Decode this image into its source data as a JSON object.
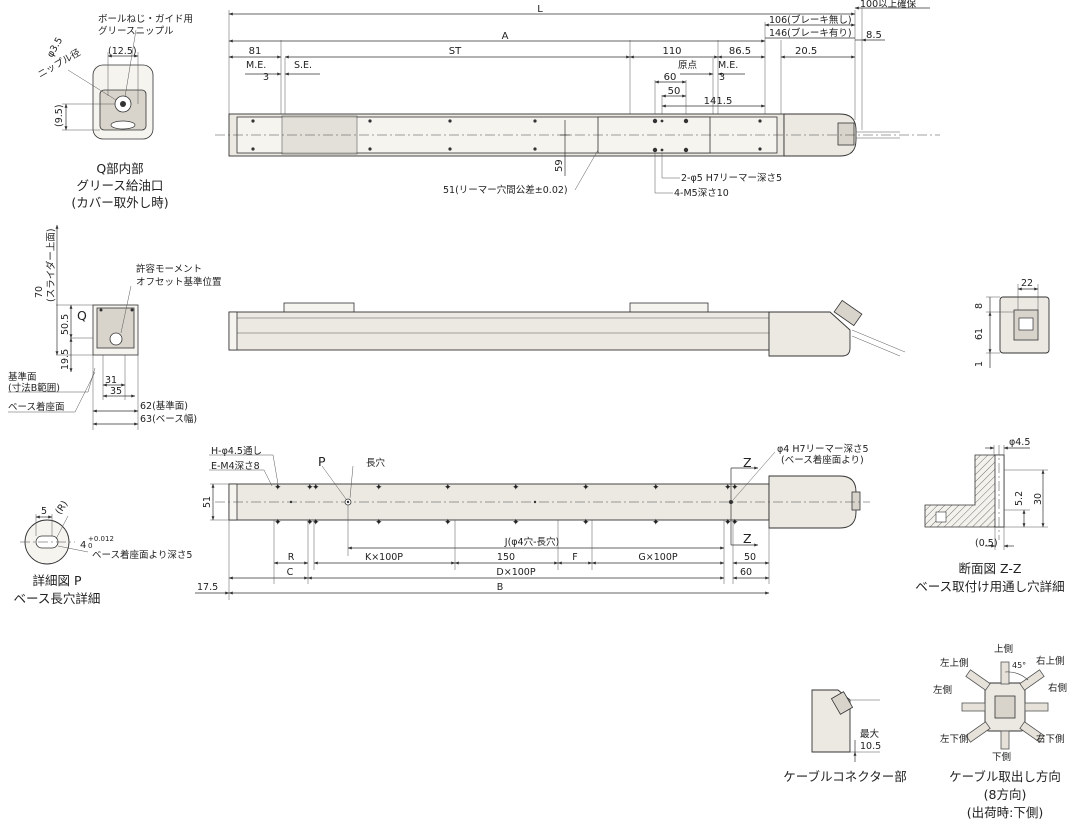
{
  "top_view": {
    "dim_L": "L",
    "dim_A": "A",
    "dim_ST": "ST",
    "dim_81": "81",
    "dim_me_left": "M.E.",
    "dim_se": "S.E.",
    "dim_3_left": "3",
    "dim_110": "110",
    "dim_86_5": "86.5",
    "dim_origin": "原点",
    "dim_me_right": "M.E.",
    "dim_3_right": "3",
    "dim_60": "60",
    "dim_50": "50",
    "dim_141_5": "141.5",
    "dim_20_5": "20.5",
    "dim_8_5": "8.5",
    "dim_100_clear": "100以上確保",
    "dim_106": "106(ブレーキ無し)",
    "dim_146": "146(ブレーキ有り)",
    "dim_59": "59",
    "note_51": "51(リーマー穴間公差±0.02)",
    "note_reamer": "2-φ5 H7リーマー深さ5",
    "note_m5": "4-M5深さ10"
  },
  "q_detail": {
    "nipple_label_1": "ボールねじ・ガイド用",
    "nipple_label_2": "グリースニップル",
    "dim_12_5": "(12.5)",
    "dim_phi35": "φ3.5",
    "dim_nipple_dia": "ニップル径",
    "dim_9_5": "(9.5)",
    "title_1": "Q部内部",
    "title_2": "グリース給油口",
    "title_3": "(カバー取外し時)"
  },
  "left_end_view": {
    "dim_70": "70",
    "dim_70_note": "(スライダー上面)",
    "moment_1": "許容モーメント",
    "moment_2": "オフセット基準位置",
    "label_q": "Q",
    "dim_50_5": "50.5",
    "dim_19_5": "19.5",
    "ref_1": "基準面",
    "ref_2": "(寸法B範囲)",
    "base_seat": "ベース着座面",
    "dim_31": "31",
    "dim_35": "35",
    "dim_62": "62(基準面)",
    "dim_63": "63(ベース幅)"
  },
  "right_end_view": {
    "dim_22": "22",
    "dim_8": "8",
    "dim_61": "61",
    "dim_1": "1"
  },
  "bottom_view": {
    "note_h": "H-φ4.5通し",
    "note_e": "E-M4深さ8",
    "label_p": "P",
    "label_slot": "長穴",
    "note_phi4_1": "φ4 H7リーマー深さ5",
    "note_phi4_2": "(ベース着座面より)",
    "label_z_top": "Z",
    "label_z_bottom": "Z",
    "dim_51": "51",
    "dim_R": "R",
    "dim_K": "K×100P",
    "dim_J": "J(φ4穴-長穴)",
    "dim_150": "150",
    "dim_F": "F",
    "dim_G": "G×100P",
    "dim_50": "50",
    "dim_C": "C",
    "dim_D": "D×100P",
    "dim_60": "60",
    "dim_17_5": "17.5",
    "dim_B": "B"
  },
  "p_detail": {
    "dim_5": "5",
    "dim_R": "(R)",
    "dim_4": "4",
    "tol_plus": "+0.012",
    "tol_zero": "0",
    "note": "ベース着座面より深さ5",
    "title_1": "詳細図 P",
    "title_2": "ベース長穴詳細"
  },
  "section_zz": {
    "dim_phi45": "φ4.5",
    "dim_5_2": "5.2",
    "dim_30": "30",
    "dim_0_5": "(0.5)",
    "title_1": "断面図 Z-Z",
    "title_2": "ベース取付け用通し穴詳細"
  },
  "cable_connector": {
    "dim_max": "最大",
    "dim_10_5": "10.5",
    "title": "ケーブルコネクター部"
  },
  "cable_direction": {
    "top": "上側",
    "top_left": "左上側",
    "top_right": "右上側",
    "left": "左側",
    "right": "右側",
    "bottom_left": "左下側",
    "bottom_right": "右下側",
    "bottom": "下側",
    "angle": "45°",
    "title_1": "ケーブル取出し方向",
    "title_2": "(8方向)",
    "title_3": "(出荷時:下側)"
  }
}
